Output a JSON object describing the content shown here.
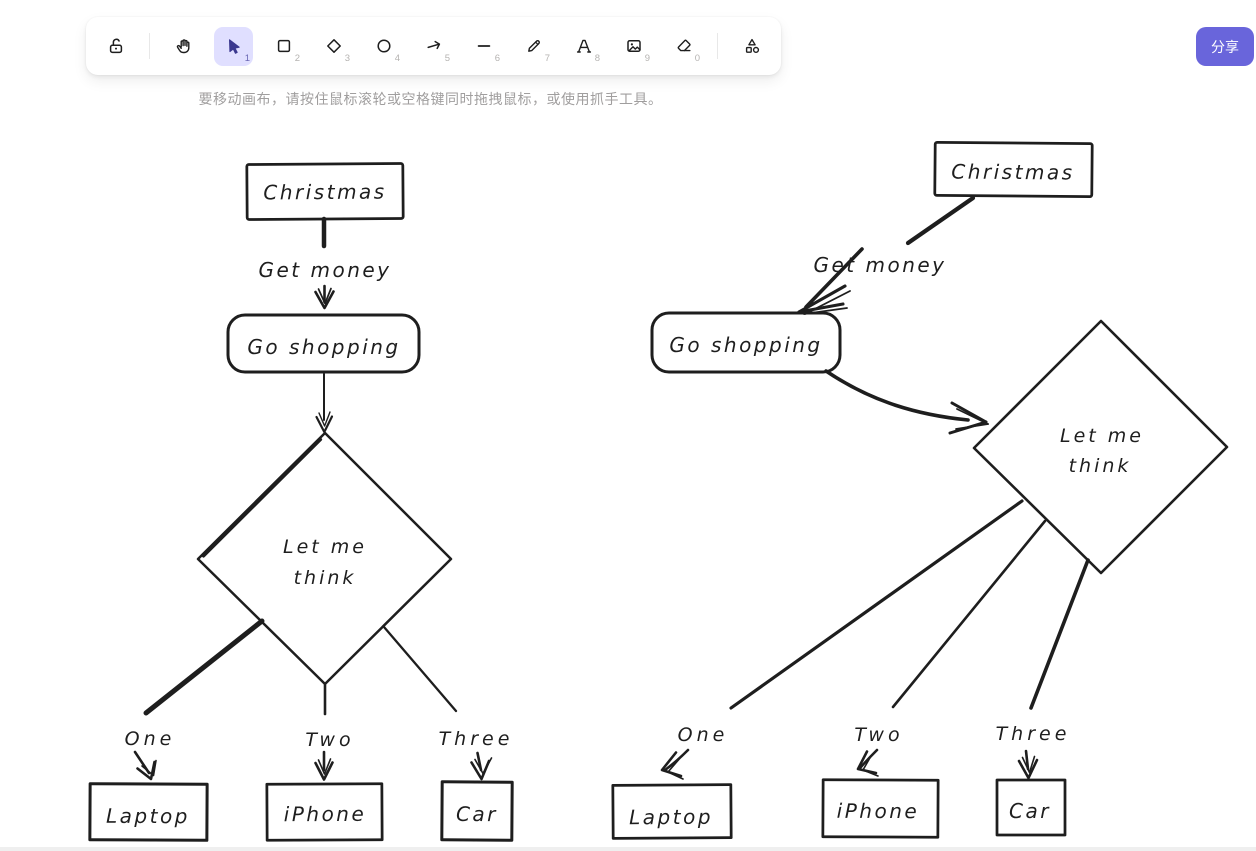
{
  "app": {
    "hint": "要移动画布，请按住鼠标滚轮或空格键同时拖拽鼠标，或使用抓手工具。",
    "share_label": "分享"
  },
  "toolbar": {
    "tools": [
      {
        "name": "lock",
        "icon": "lock-open-icon",
        "shortcut": "",
        "selected": false
      },
      {
        "name": "hand",
        "icon": "hand-icon",
        "shortcut": "",
        "selected": false
      },
      {
        "name": "selection",
        "icon": "cursor-icon",
        "shortcut": "1",
        "selected": true
      },
      {
        "name": "rectangle",
        "icon": "rectangle-icon",
        "shortcut": "2",
        "selected": false
      },
      {
        "name": "diamond",
        "icon": "diamond-icon",
        "shortcut": "3",
        "selected": false
      },
      {
        "name": "ellipse",
        "icon": "ellipse-icon",
        "shortcut": "4",
        "selected": false
      },
      {
        "name": "arrow",
        "icon": "arrow-icon",
        "shortcut": "5",
        "selected": false
      },
      {
        "name": "line",
        "icon": "line-icon",
        "shortcut": "6",
        "selected": false
      },
      {
        "name": "draw",
        "icon": "pencil-icon",
        "shortcut": "7",
        "selected": false
      },
      {
        "name": "text",
        "icon": "text-icon",
        "shortcut": "8",
        "selected": false
      },
      {
        "name": "image",
        "icon": "image-icon",
        "shortcut": "9",
        "selected": false
      },
      {
        "name": "eraser",
        "icon": "eraser-icon",
        "shortcut": "0",
        "selected": false
      },
      {
        "name": "shapes",
        "icon": "shapes-icon",
        "shortcut": "",
        "selected": false
      }
    ]
  },
  "colors": {
    "accent": "#6965db",
    "selected_tool_bg": "#e0dfff",
    "stroke": "#1e1e1e",
    "shortcut_text": "#b5b3b1",
    "hint_text": "#a09e9e"
  },
  "diagram": {
    "left": {
      "christmas": "Christmas",
      "edge_label": "Get money",
      "go_shopping": "Go shopping",
      "decision_line1": "Let me",
      "decision_line2": "think",
      "branch1": "One",
      "branch2": "Two",
      "branch3": "Three",
      "item1": "Laptop",
      "item2": "iPhone",
      "item3": "Car"
    },
    "right": {
      "christmas": "Christmas",
      "edge_label": "Get money",
      "go_shopping": "Go shopping",
      "decision_line1": "Let me",
      "decision_line2": "think",
      "branch1": "One",
      "branch2": "Two",
      "branch3": "Three",
      "item1": "Laptop",
      "item2": "iPhone",
      "item3": "Car"
    }
  }
}
